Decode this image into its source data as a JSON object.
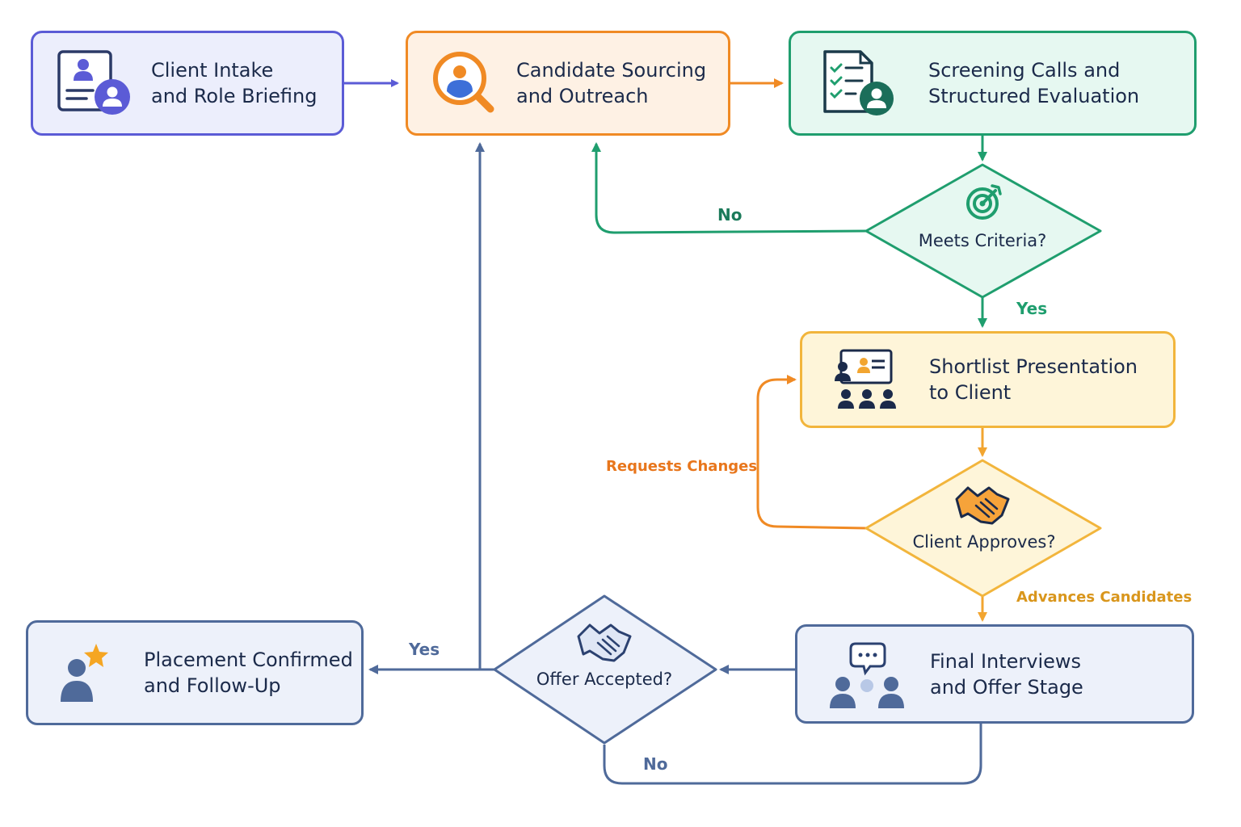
{
  "nodes": {
    "intake": {
      "label": "Client Intake\nand Role Briefing",
      "icon": "client-profile-icon"
    },
    "sourcing": {
      "label": "Candidate Sourcing\nand Outreach",
      "icon": "candidate-search-icon"
    },
    "screening": {
      "label": "Screening Calls and\nStructured Evaluation",
      "icon": "checklist-evaluation-icon"
    },
    "meets_criteria": {
      "label": "Meets Criteria?",
      "icon": "target-icon"
    },
    "shortlist": {
      "label": "Shortlist Presentation\nto Client",
      "icon": "presentation-icon"
    },
    "client_approves": {
      "label": "Client Approves?",
      "icon": "handshake-icon"
    },
    "final_interviews": {
      "label": "Final Interviews\nand Offer Stage",
      "icon": "interview-discussion-icon"
    },
    "offer_accepted": {
      "label": "Offer Accepted?",
      "icon": "handshake-icon"
    },
    "placement": {
      "label": "Placement Confirmed\nand Follow-Up",
      "icon": "star-person-icon"
    }
  },
  "edges": {
    "criteria_no": "No",
    "criteria_yes": "Yes",
    "requests_changes": "Requests Changes",
    "advances_candidates": "Advances Candidates",
    "offer_yes": "Yes",
    "offer_no": "No"
  },
  "colors": {
    "purple": "#5b5bd6",
    "purple_bg": "#eceefc",
    "orange": "#f08a24",
    "orange_bg": "#fef1e4",
    "green": "#1f9e6e",
    "green_bg": "#e6f8f1",
    "yellow": "#f2b53c",
    "yellow_bg": "#fef5d9",
    "slate": "#4f6a9a",
    "slate_bg": "#edf1fa",
    "text_dark": "#1b2a4a"
  }
}
